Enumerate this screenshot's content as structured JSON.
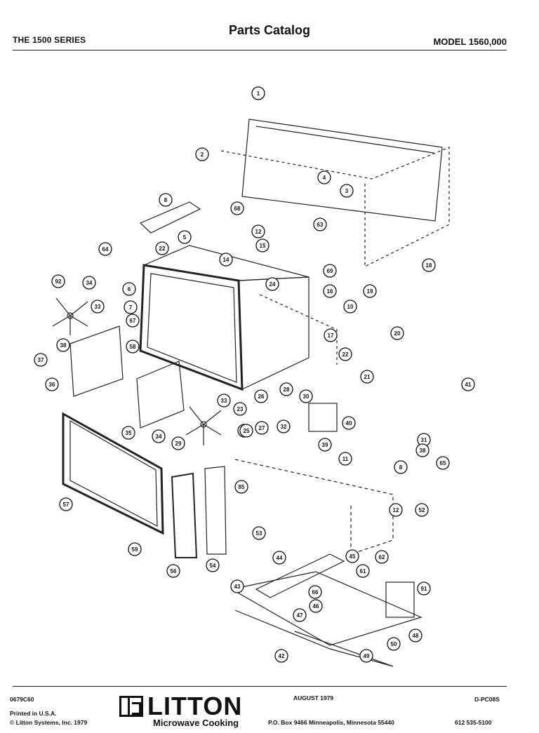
{
  "header": {
    "series": "THE 1500 SERIES",
    "title": "Parts Catalog",
    "model": "MODEL 1560,000"
  },
  "footer": {
    "doc_code": "0679C60",
    "printed": "Printed in U.S.A.",
    "copyright": "© Litton Systems, Inc. 1979",
    "brand": "LITTON",
    "brand_sub": "Microwave Cooking",
    "date": "AUGUST 1979",
    "page_code": "D-PC08S",
    "address": "P.O. Box 9466   Minneapolis, Minnesota 55440",
    "phone": "612  535-5100"
  },
  "callouts": [
    "1",
    "2",
    "4",
    "3",
    "8",
    "68",
    "12",
    "63",
    "5",
    "64",
    "22",
    "15",
    "69",
    "14",
    "16",
    "19",
    "92",
    "34",
    "6",
    "24",
    "18",
    "33",
    "7",
    "67",
    "10",
    "17",
    "20",
    "38",
    "58",
    "22",
    "21",
    "37",
    "36",
    "28",
    "23",
    "30",
    "41",
    "26",
    "65",
    "37",
    "35",
    "34",
    "33",
    "29",
    "25",
    "27",
    "32",
    "40",
    "31",
    "39",
    "38",
    "11",
    "8",
    "85",
    "57",
    "12",
    "52",
    "53",
    "59",
    "56",
    "54",
    "44",
    "45",
    "62",
    "61",
    "91",
    "43",
    "66",
    "46",
    "47",
    "48",
    "50",
    "49",
    "42"
  ]
}
